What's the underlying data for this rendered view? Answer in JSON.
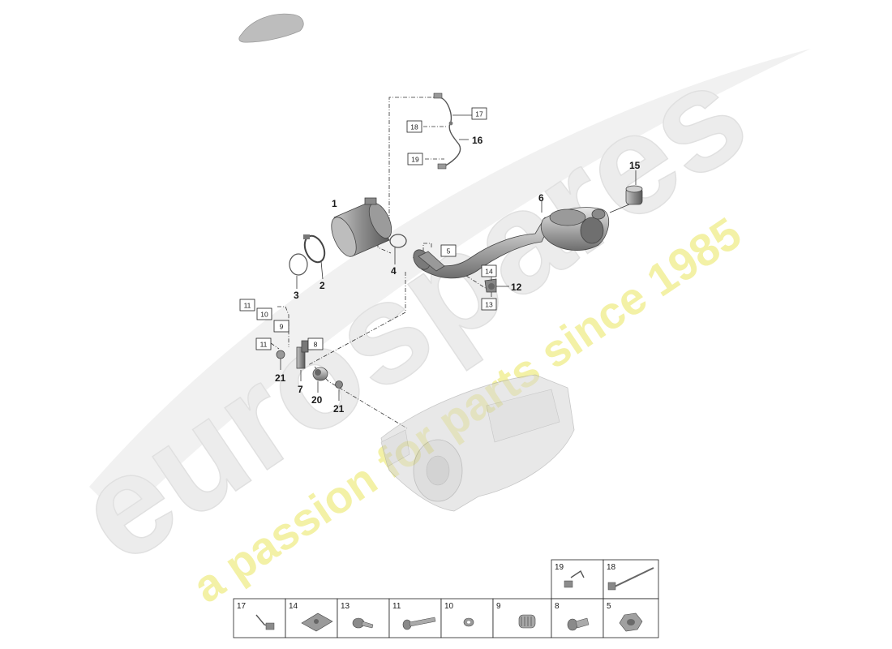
{
  "watermark": {
    "brand": "eurospares",
    "tagline": "a passion for parts since 1985"
  },
  "callouts": {
    "c1": "1",
    "c2": "2",
    "c3": "3",
    "c4": "4",
    "c5": "5",
    "c6": "6",
    "c7": "7",
    "c8": "8",
    "c9": "9",
    "c10": "10",
    "c11a": "11",
    "c11b": "11",
    "c12": "12",
    "c13": "13",
    "c14": "14",
    "c15": "15",
    "c16": "16",
    "c17": "17",
    "c18": "18",
    "c19": "19",
    "c20": "20",
    "c21a": "21",
    "c21b": "21"
  },
  "parts_table": {
    "top_row": [
      "19",
      "18"
    ],
    "bottom_row": [
      "17",
      "14",
      "13",
      "11",
      "10",
      "9",
      "8",
      "5"
    ]
  }
}
